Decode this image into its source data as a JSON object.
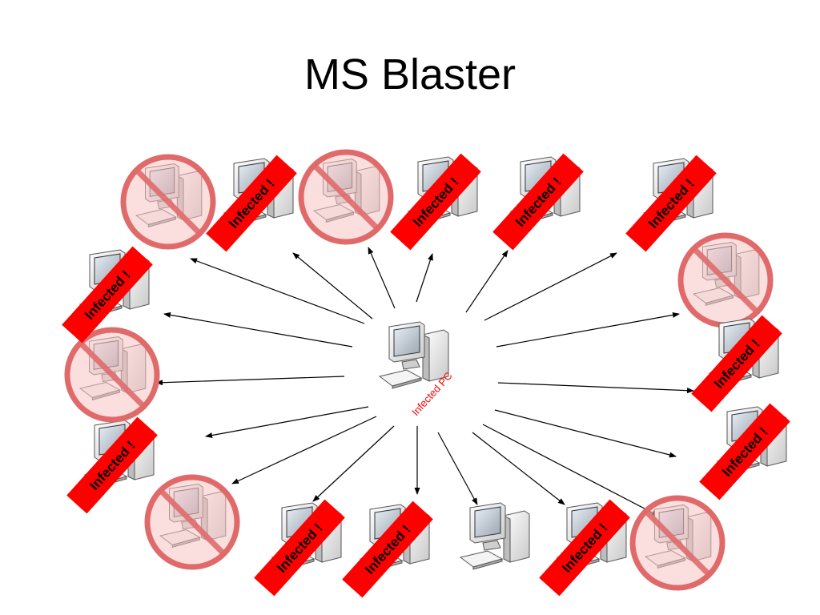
{
  "title": "MS Blaster",
  "center": {
    "label": "Infected PC"
  },
  "banner_text": "Infected !",
  "colors": {
    "banner": "#ff0000",
    "banner_text": "#000000",
    "center_label": "#ff0000",
    "no_sign": "#e06a6a",
    "no_sign_fill": "#f7c5c5",
    "arrow": "#000000"
  },
  "computers": [
    {
      "name": "pc-top-left",
      "status": "blocked"
    },
    {
      "name": "pc-top-2",
      "status": "infected"
    },
    {
      "name": "pc-top-3",
      "status": "blocked"
    },
    {
      "name": "pc-top-4",
      "status": "infected"
    },
    {
      "name": "pc-top-5",
      "status": "infected"
    },
    {
      "name": "pc-top-right",
      "status": "infected"
    },
    {
      "name": "pc-right-1",
      "status": "blocked"
    },
    {
      "name": "pc-right-2",
      "status": "infected"
    },
    {
      "name": "pc-right-3",
      "status": "infected"
    },
    {
      "name": "pc-bottom-right",
      "status": "blocked"
    },
    {
      "name": "pc-bottom-5",
      "status": "infected"
    },
    {
      "name": "pc-bottom-4",
      "status": "clean"
    },
    {
      "name": "pc-bottom-3",
      "status": "infected"
    },
    {
      "name": "pc-bottom-2",
      "status": "infected"
    },
    {
      "name": "pc-bottom-left",
      "status": "blocked"
    },
    {
      "name": "pc-left-3",
      "status": "infected"
    },
    {
      "name": "pc-left-2",
      "status": "blocked"
    },
    {
      "name": "pc-left-1",
      "status": "infected"
    }
  ]
}
